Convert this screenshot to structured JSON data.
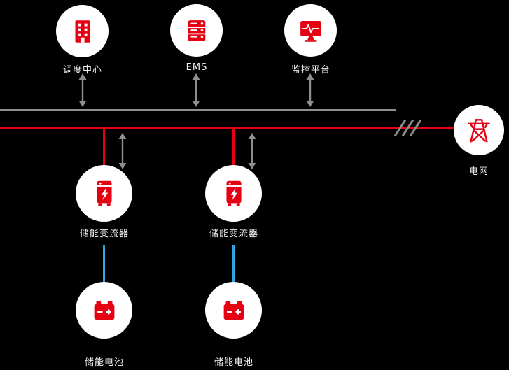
{
  "colors": {
    "background": "#000000",
    "red": "#e60012",
    "gray": "#8e8e8e",
    "blue": "#2ea7e0",
    "node_bg": "#ffffff",
    "label_text": "#f0f0f0"
  },
  "nodes": {
    "dispatch_center": {
      "label": "调度中心",
      "icon": "building-icon"
    },
    "ems": {
      "label": "EMS",
      "icon": "server-rack-icon"
    },
    "monitoring_platform": {
      "label": "监控平台",
      "icon": "monitor-waveform-icon"
    },
    "power_grid": {
      "label": "电网",
      "icon": "transmission-tower-icon"
    },
    "converter_left": {
      "label": "储能变流器",
      "icon": "converter-icon"
    },
    "converter_right": {
      "label": "储能变流器",
      "icon": "converter-icon"
    },
    "battery_left": {
      "label": "储能电池",
      "icon": "battery-icon"
    },
    "battery_right": {
      "label": "储能电池",
      "icon": "battery-icon"
    }
  }
}
